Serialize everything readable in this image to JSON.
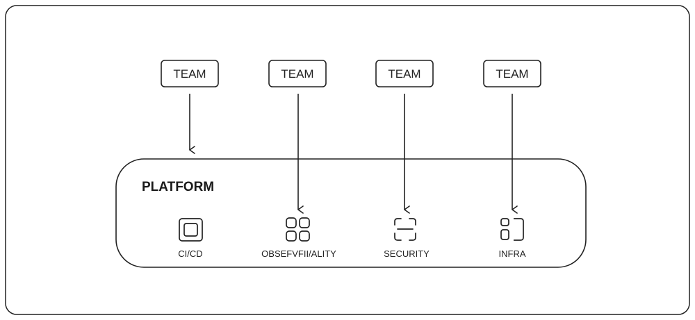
{
  "teams": [
    {
      "label": "TEAM"
    },
    {
      "label": "TEAM"
    },
    {
      "label": "TEAM"
    },
    {
      "label": "TEAM"
    }
  ],
  "platform": {
    "title": "PLATFORM",
    "services": [
      {
        "label": "CI/CD",
        "icon": "square-chip-icon"
      },
      {
        "label": "OBSEFVFII/ALITY",
        "icon": "four-squares-grid-icon"
      },
      {
        "label": "SECURITY",
        "icon": "scan-frame-icon"
      },
      {
        "label": "INFRA",
        "icon": "split-bracket-icon"
      }
    ]
  }
}
